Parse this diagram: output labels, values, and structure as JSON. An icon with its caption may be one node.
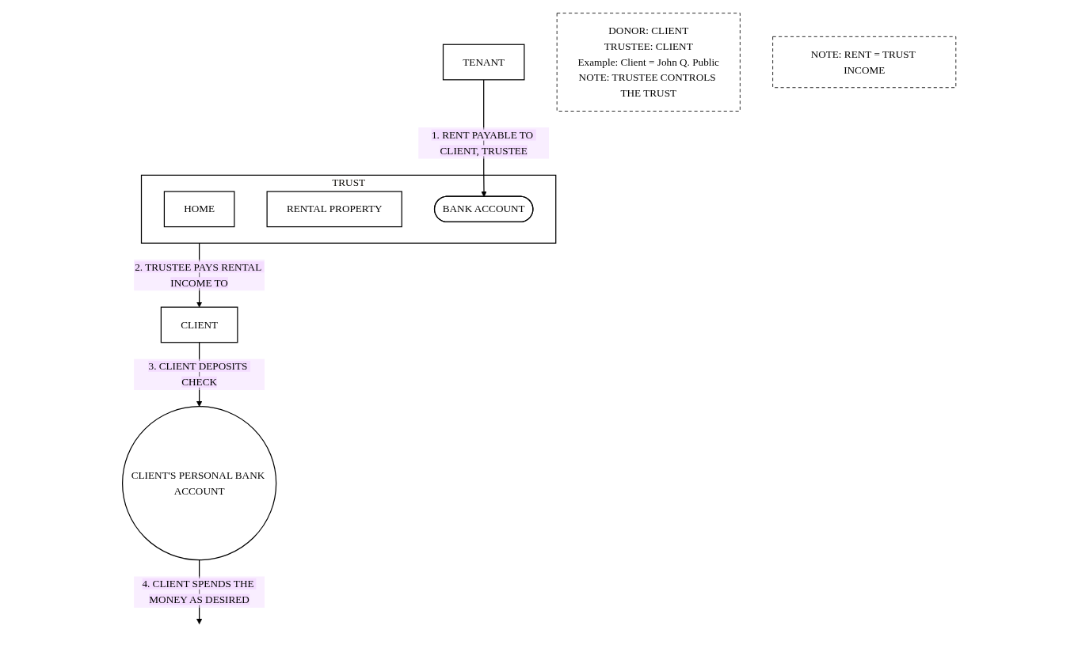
{
  "diagram": {
    "nodes": [
      {
        "text": [
          "TENANT"
        ]
      },
      {
        "text": [
          "TRUST"
        ]
      },
      {
        "text": [
          "HOME"
        ],
        "in": 1
      },
      {
        "text": [
          "RENTAL PROPERTY"
        ],
        "in": 1
      },
      {
        "text": [
          "BANK ACCOUNT"
        ],
        "in": 1
      },
      {
        "text": [
          "DONOR: CLIENT",
          "TRUSTEE: CLIENT",
          "Example: Client = John Q. Public",
          "NOTE: TRUSTEE CONTROLS THE TRUST"
        ]
      },
      {
        "text": [
          "NOTE: RENT = TRUST INCOME"
        ]
      },
      {
        "text": [
          "CLIENT"
        ]
      },
      {
        "text": [
          "CLIENT'S PERSONAL BANK ACCOUNT"
        ]
      }
    ],
    "edges": [
      {
        "from": 0,
        "to": 4,
        "arrow": "to",
        "label": "1. RENT PAYABLE TO CLIENT, TRUSTEE"
      },
      {
        "from": 1,
        "to": 7,
        "arrow": "to",
        "label": "2. TRUSTEE PAYS RENTAL INCOME TO"
      },
      {
        "from": 7,
        "to": 8,
        "arrow": "to",
        "label": "3. CLIENT DEPOSITS CHECK"
      },
      {
        "from": 8,
        "to": null,
        "arrow": "to",
        "label": "4. CLIENT SPENDS THE MONEY AS DESIRED"
      }
    ]
  }
}
